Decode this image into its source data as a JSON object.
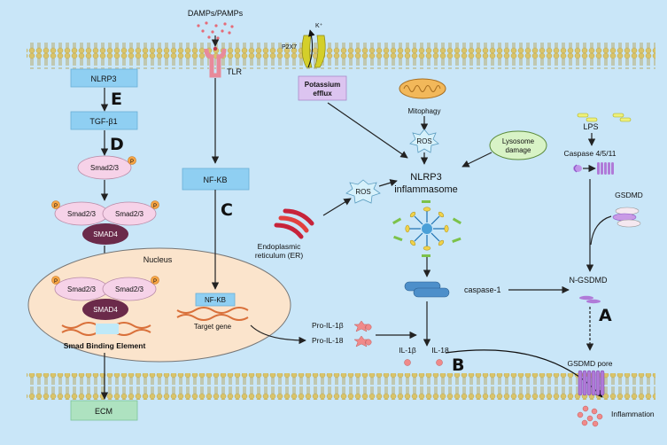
{
  "diagram": {
    "labels": {
      "damps": "DAMPs/PAMPs",
      "k_ion": "K⁺",
      "p2x7": "P2X7",
      "tlr": "TLR",
      "nlrp3_box": "NLRP3",
      "tgfb1_box": "TGF-β1",
      "smad23": "Smad2/3",
      "smad4": "SMAD4",
      "nucleus": "Nucleus",
      "sbe": "Smad Binding Element",
      "ecm_box": "ECM",
      "nfkb_box": "NF-KB",
      "nfkb_nuclear": "NF-KB",
      "target_gene": "Target gene",
      "potassium_efflux_1": "Potassium",
      "potassium_efflux_2": "efflux",
      "mitophagy": "Mitophagy",
      "ros": "ROS",
      "ros_er": "ROS",
      "lysosome_1": "Lysosome",
      "lysosome_2": "damage",
      "nlrp3_inflammasome_1": "NLRP3",
      "nlrp3_inflammasome_2": "inflammasome",
      "er_1": "Endoplasmic",
      "er_2": "reticulum (ER)",
      "lps": "LPS",
      "caspase4511": "Caspase 4/5/11",
      "gsdmd": "GSDMD",
      "n_gsdmd": "N-GSDMD",
      "caspase1": "caspase-1",
      "pro_il1b": "Pro-IL-1β",
      "pro_il18": "Pro-IL-18",
      "il1b": "IL-1β",
      "il18": "IL-18",
      "gsdmd_pore": "GSDMD pore",
      "inflammation": "Inflammation",
      "p": "P"
    },
    "panel_letters": {
      "a": "A",
      "b": "B",
      "c": "C",
      "d": "D",
      "e": "E"
    }
  },
  "colors": {
    "background": "#c9e6f8",
    "membrane_head": "#d9c46a",
    "blue_box": "#8fcff2",
    "purple_box": "#dcc4f0",
    "smad_pink": "#f6d2e8",
    "smad4": "#6b2a4a",
    "nucleus_fill": "#fbe4cc",
    "dna_orange": "#d9703a",
    "receptor_pink": "#e88a9a",
    "ion_channel": "#d4cf2a",
    "il_pink": "#f08a8a",
    "gsdmd_purple": "#b07ad8",
    "ecm_green": "#aee2c0"
  }
}
